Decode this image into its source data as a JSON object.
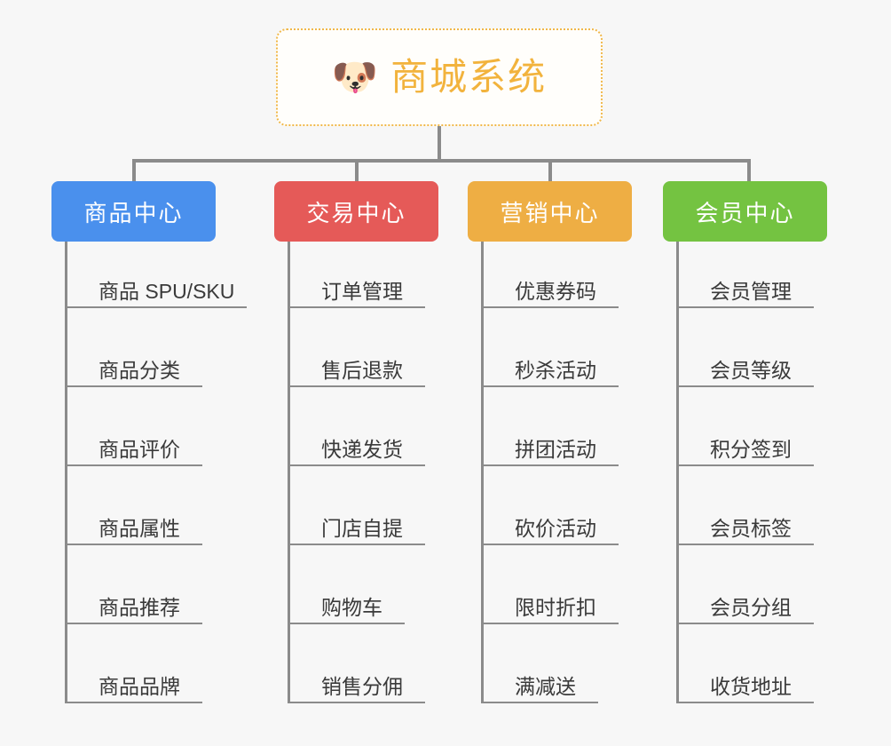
{
  "diagram": {
    "title": "商城系统",
    "background_color": "#f7f7f7",
    "root": {
      "label": "商城系统",
      "icon": "shiba-dog-face-emoji",
      "icon_glyph": "🐶",
      "text_color": "#f2b33d",
      "border_color": "#f0b84a",
      "border_style": "dotted"
    },
    "connector_color": "#8b8b8b",
    "columns": [
      {
        "label": "商品中心",
        "color": "#4a90ed",
        "items": [
          "商品 SPU/SKU",
          "商品分类",
          "商品评价",
          "商品属性",
          "商品推荐",
          "商品品牌"
        ]
      },
      {
        "label": "交易中心",
        "color": "#e55a58",
        "items": [
          "订单管理",
          "售后退款",
          "快递发货",
          "门店自提",
          "购物车",
          "销售分佣"
        ]
      },
      {
        "label": "营销中心",
        "color": "#eeae44",
        "items": [
          "优惠券码",
          "秒杀活动",
          "拼团活动",
          "砍价活动",
          "限时折扣",
          "满减送"
        ]
      },
      {
        "label": "会员中心",
        "color": "#74c341",
        "items": [
          "会员管理",
          "会员等级",
          "积分签到",
          "会员标签",
          "会员分组",
          "收货地址"
        ]
      }
    ]
  }
}
